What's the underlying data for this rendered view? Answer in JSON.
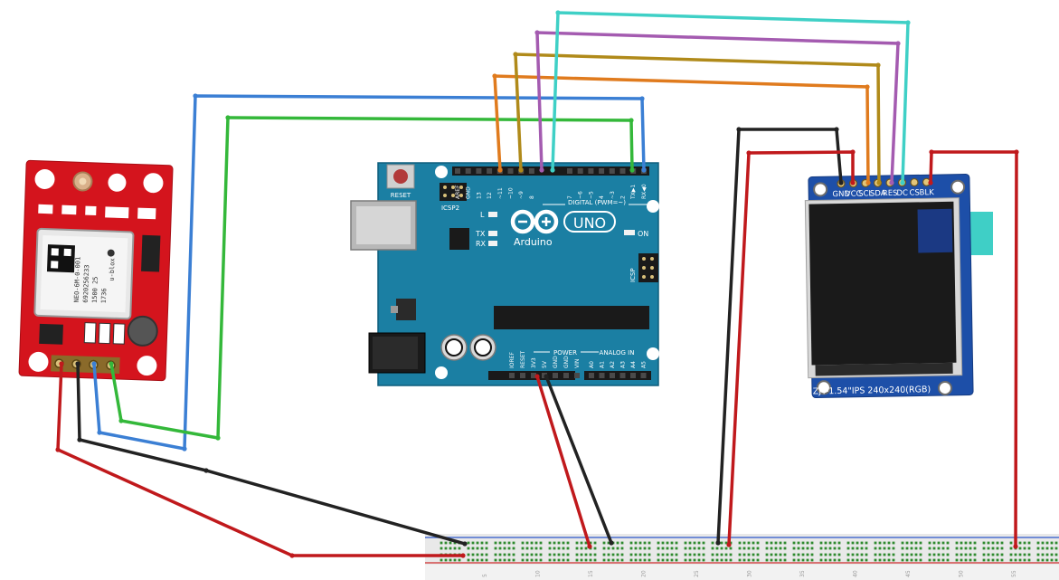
{
  "arduino": {
    "reset_label": "RESET",
    "icsp2_label": "ICSP2",
    "icsp_label": "ICSP",
    "l_label": "L",
    "tx_label": "TX",
    "rx_label": "RX",
    "on_label": "ON",
    "brand": "Arduino",
    "model": "UNO",
    "digital_label": "DIGITAL (PWM=~)",
    "power_label": "POWER",
    "analog_label": "ANALOG IN",
    "digital_pins": [
      "AREF",
      "GND",
      "13",
      "12",
      "~11",
      "~10",
      "~9",
      "8",
      "7",
      "~6",
      "~5",
      "4",
      "~3",
      "2",
      "TX▶1",
      "RX◀0"
    ],
    "power_pins": [
      "IOREF",
      "RESET",
      "3V3",
      "5V",
      "GND",
      "GND",
      "VIN"
    ],
    "analog_pins": [
      "A0",
      "A1",
      "A2",
      "A3",
      "A4",
      "A5"
    ]
  },
  "gps": {
    "brand": "u-blox",
    "lines": [
      "NEO-6M-0-001",
      "6920256233",
      "1500 25",
      "1736"
    ]
  },
  "display": {
    "pins": [
      "GND",
      "VCC",
      "SCL",
      "SDA",
      "RES",
      "DC",
      "CS",
      "BLK"
    ],
    "bottom_label": "ZJY-1.54\"IPS 240x240(RGB)"
  },
  "breadboard": {
    "numbers": [
      "5",
      "10",
      "15",
      "20",
      "25",
      "30",
      "35",
      "40",
      "45",
      "50",
      "55"
    ]
  },
  "colors": {
    "arduino_board": "#1b7fa3",
    "gps_board": "#d4141d",
    "display_board": "#1d4fa8",
    "wire_red": "#c0191c",
    "wire_black": "#222222",
    "wire_blue": "#3b7fd4",
    "wire_green": "#34b83a",
    "wire_orange": "#e07b1e",
    "wire_olive": "#b08a1a",
    "wire_purple": "#a45bb0",
    "wire_cyan": "#3fd0c6"
  }
}
